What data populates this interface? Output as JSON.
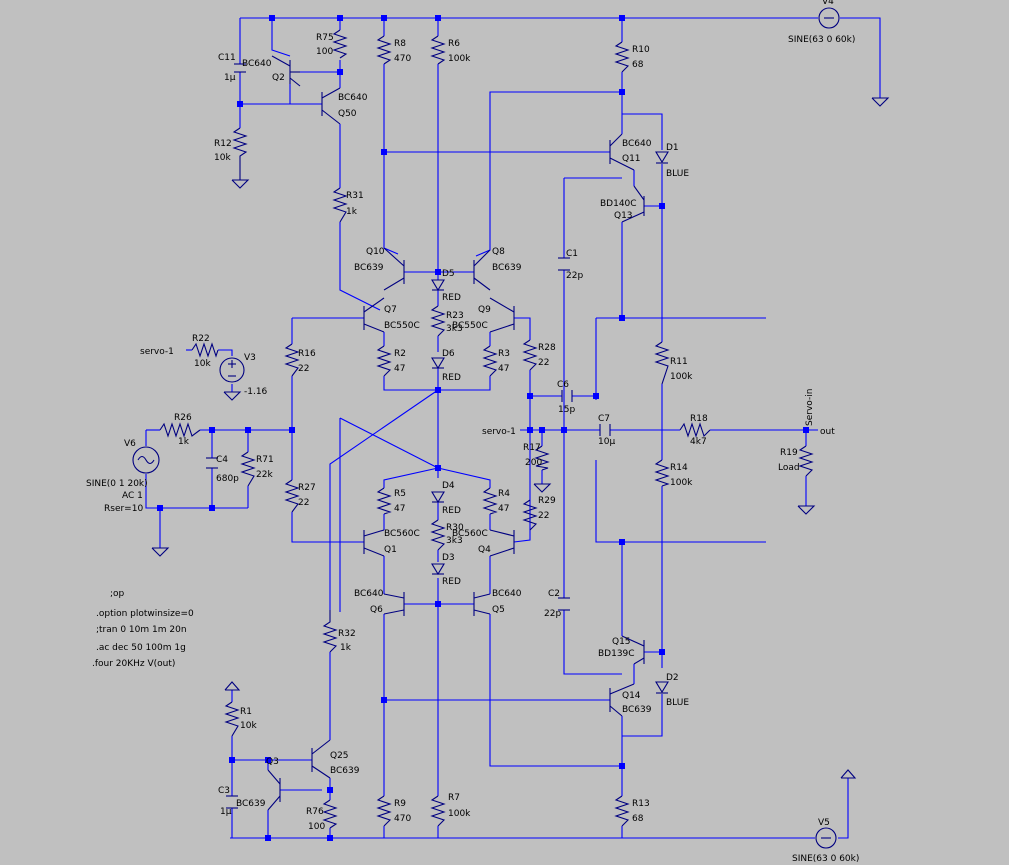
{
  "sources": {
    "v4": {
      "name": "V4",
      "value": "SINE(63 0 60k)"
    },
    "v5": {
      "name": "V5",
      "value": "SINE(63 0 60k)"
    },
    "v3": {
      "name": "V3",
      "value": "-1.16"
    },
    "v6": {
      "name": "V6",
      "value": "SINE(0 1 20k)",
      "ac": "AC 1",
      "rser": "Rser=10"
    }
  },
  "resistors": [
    {
      "name": "R75",
      "value": "100"
    },
    {
      "name": "R12",
      "value": "10k"
    },
    {
      "name": "R8",
      "value": "470"
    },
    {
      "name": "R6",
      "value": "100k"
    },
    {
      "name": "R10",
      "value": "68"
    },
    {
      "name": "R31",
      "value": "1k"
    },
    {
      "name": "R23",
      "value": "3k3"
    },
    {
      "name": "R16",
      "value": "22"
    },
    {
      "name": "R2",
      "value": "47"
    },
    {
      "name": "R3",
      "value": "47"
    },
    {
      "name": "R28",
      "value": "22"
    },
    {
      "name": "R22",
      "value": "10k"
    },
    {
      "name": "R26",
      "value": "1k"
    },
    {
      "name": "R71",
      "value": "22k"
    },
    {
      "name": "R27",
      "value": "22"
    },
    {
      "name": "R5",
      "value": "47"
    },
    {
      "name": "R4",
      "value": "47"
    },
    {
      "name": "R30",
      "value": "3k3"
    },
    {
      "name": "R29",
      "value": "22"
    },
    {
      "name": "R17",
      "value": "200"
    },
    {
      "name": "R11",
      "value": "100k"
    },
    {
      "name": "R18",
      "value": "4k7"
    },
    {
      "name": "R14",
      "value": "100k"
    },
    {
      "name": "R19",
      "value": "Load"
    },
    {
      "name": "R32",
      "value": "1k"
    },
    {
      "name": "R1",
      "value": "10k"
    },
    {
      "name": "R76",
      "value": "100"
    },
    {
      "name": "R9",
      "value": "470"
    },
    {
      "name": "R7",
      "value": "100k"
    },
    {
      "name": "R13",
      "value": "68"
    }
  ],
  "capacitors": [
    {
      "name": "C11",
      "value": "1µ"
    },
    {
      "name": "C1",
      "value": "22p"
    },
    {
      "name": "C6",
      "value": "15p"
    },
    {
      "name": "C7",
      "value": "10µ"
    },
    {
      "name": "C4",
      "value": "680p"
    },
    {
      "name": "C2",
      "value": "22p"
    },
    {
      "name": "C3",
      "value": "1µ"
    }
  ],
  "transistors": [
    {
      "name": "Q2",
      "model": "BC640"
    },
    {
      "name": "Q50",
      "model": "BC640"
    },
    {
      "name": "Q11",
      "model": "BC640"
    },
    {
      "name": "Q13",
      "model": "BD140C"
    },
    {
      "name": "Q10",
      "model": "BC639"
    },
    {
      "name": "Q8",
      "model": "BC639"
    },
    {
      "name": "Q7",
      "model": "BC550C"
    },
    {
      "name": "Q9",
      "model": "BC550C"
    },
    {
      "name": "Q1",
      "model": "BC560C"
    },
    {
      "name": "Q4",
      "model": "BC560C"
    },
    {
      "name": "Q6",
      "model": "BC640"
    },
    {
      "name": "Q5",
      "model": "BC640"
    },
    {
      "name": "Q15",
      "model": "BD139C"
    },
    {
      "name": "Q14",
      "model": "BC639"
    },
    {
      "name": "Q25",
      "model": "BC639"
    },
    {
      "name": "Q3",
      "model": "BC639"
    }
  ],
  "diodes": [
    {
      "name": "D1",
      "model": "BLUE"
    },
    {
      "name": "D2",
      "model": "BLUE"
    },
    {
      "name": "D5",
      "model": "RED"
    },
    {
      "name": "D6",
      "model": "RED"
    },
    {
      "name": "D4",
      "model": "RED"
    },
    {
      "name": "D3",
      "model": "RED"
    }
  ],
  "netlabels": {
    "servo_in_left": "servo-1",
    "servo_mid": "servo-1",
    "servo_in": "Servo-in",
    "out": "out"
  },
  "directives": [
    ";op",
    ".option plotwinsize=0",
    ";tran 0 10m 1m 20n",
    ".ac dec 50 100m 1g",
    ".four 20KHz V(out)"
  ]
}
